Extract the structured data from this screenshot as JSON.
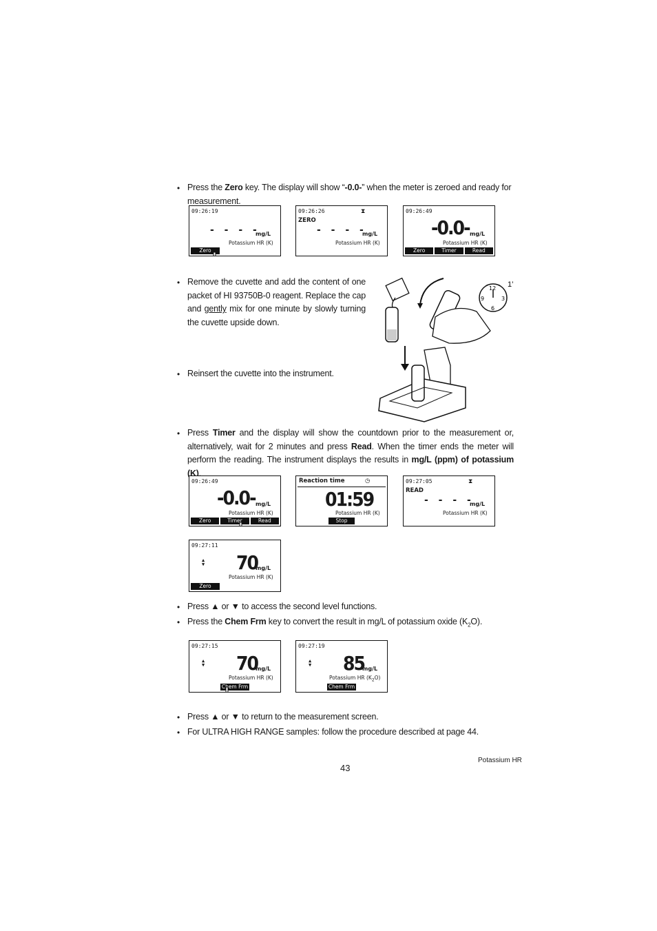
{
  "step1": {
    "pre": "Press the ",
    "key": "Zero",
    "mid": " key. The display will show “",
    "val": "-0.0-",
    "post": "” when the meter is zeroed and ready for measurement."
  },
  "screens_row1": [
    {
      "time": "09:26:19",
      "dashes": "- - - -",
      "unit": "mg/L",
      "param": "Potassium HR (K)",
      "key": "Zero"
    },
    {
      "time": "09:26:26",
      "status": "ZERO",
      "dashes": "- - - -",
      "unit": "mg/L",
      "param": "Potassium HR (K)"
    },
    {
      "time": "09:26:49",
      "big": "-0.0-",
      "unit": "mg/L",
      "param": "Potassium HR (K)",
      "keys": [
        "Zero",
        "Timer",
        "Read"
      ]
    }
  ],
  "step2": {
    "a": "Remove the cuvette and add the content of one packet of HI 93750B-0 reagent. Replace the cap and ",
    "gently": "gently",
    "b": " mix for one minute by slowly turning the cuvette upside down.",
    "timer_label": "1’",
    "clock_numbers": [
      "12",
      "3",
      "6",
      "9"
    ]
  },
  "step3": "Reinsert the cuvette into the instrument.",
  "step4": {
    "a": "Press ",
    "timer": "Timer",
    "b": " and the display will show the countdown prior to the measurement or, alternatively, wait for 2 minutes and press ",
    "read": "Read",
    "c": ". When the timer ends the meter will perform the reading. The instrument displays the results in ",
    "units": "mg/L (ppm) of potassium (K)",
    "d": "."
  },
  "screens_row2": [
    {
      "time": "09:26:49",
      "big": "-0.0-",
      "unit": "mg/L",
      "param": "Potassium HR (K)",
      "keys": [
        "Zero",
        "Timer",
        "Read"
      ]
    },
    {
      "title": "Reaction time",
      "big": "01:59",
      "param": "Potassium HR (K)",
      "key": "Stop"
    },
    {
      "time": "09:27:05",
      "status": "READ",
      "dashes": "- - - -",
      "unit": "mg/L",
      "param": "Potassium HR (K)"
    }
  ],
  "screen_row3": {
    "time": "09:27:11",
    "big": "70",
    "unit": "mg/L",
    "param": "Potassium HR (K)",
    "key": "Zero"
  },
  "step5": {
    "a": "Press ",
    "up": "▲",
    "or": " or ",
    "down": "▼",
    "b": " to access the second level functions."
  },
  "step6": {
    "a": "Press the ",
    "key": "Chem Frm",
    "b": " key to convert the result in mg/L of potassium oxide (K",
    "sub": "2",
    "c": "O)."
  },
  "screens_row4": [
    {
      "time": "09:27:15",
      "big": "70",
      "unit": "mg/L",
      "param": "Potassium HR (K)",
      "key": "Chem Frm"
    },
    {
      "time": "09:27:19",
      "big": "85",
      "unit": "mg/L",
      "param_a": "Potassium HR (K",
      "param_sub": "2",
      "param_b": "O)",
      "key": "Chem Frm"
    }
  ],
  "step7": {
    "a": "Press ",
    "up": "▲",
    "or": " or ",
    "down": "▼",
    "b": " to return to the measurement screen."
  },
  "step8": "For ULTRA HIGH RANGE samples: follow the procedure described at page 44.",
  "footer": {
    "section": "Potassium HR",
    "page": "43"
  }
}
